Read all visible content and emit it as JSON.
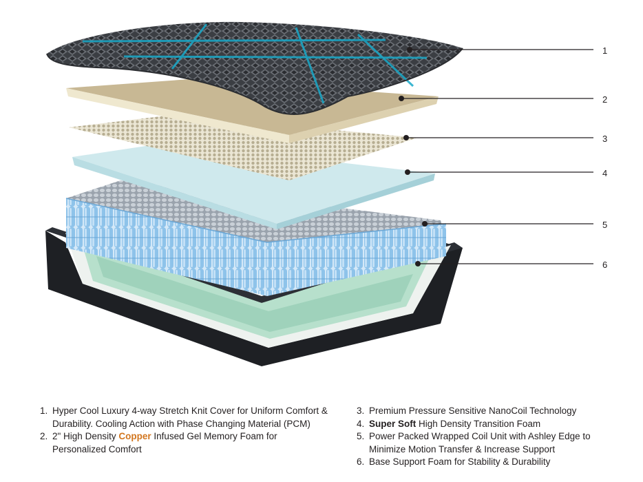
{
  "callouts": [
    "1",
    "2",
    "3",
    "4",
    "5",
    "6"
  ],
  "legend_left": [
    {
      "num": "1.",
      "text": "Hyper Cool Luxury 4-way Stretch Knit Cover for Uniform Comfort & Durability. Cooling Action with Phase Changing Material (PCM)"
    },
    {
      "num": "2.",
      "pre": "2\" High Density ",
      "highlight": "Copper",
      "post": " Infused Gel Memory Foam for Personalized Comfort"
    }
  ],
  "legend_right": [
    {
      "num": "3.",
      "text": "Premium Pressure Sensitive NanoCoil Technology"
    },
    {
      "num": "4.",
      "highlight": "Super Soft",
      "post": " High Density Transition Foam"
    },
    {
      "num": "5.",
      "text": "Power Packed Wrapped Coil Unit with Ashley Edge to Minimize Motion Transfer & Increase Support"
    },
    {
      "num": "6.",
      "text": "Base Support Foam for Stability & Durability"
    }
  ],
  "colors": {
    "cover": "#4a4d52",
    "cover_accent": "#19a9c9",
    "copper_foam": "#c8b894",
    "nanocoil": "#cfc8b2",
    "transition_foam": "#b9dde3",
    "coils": "#8ec3ea",
    "base_foam": "#b7e0cc",
    "base_frame": "#1e2024",
    "copper_text": "#d2761f"
  }
}
